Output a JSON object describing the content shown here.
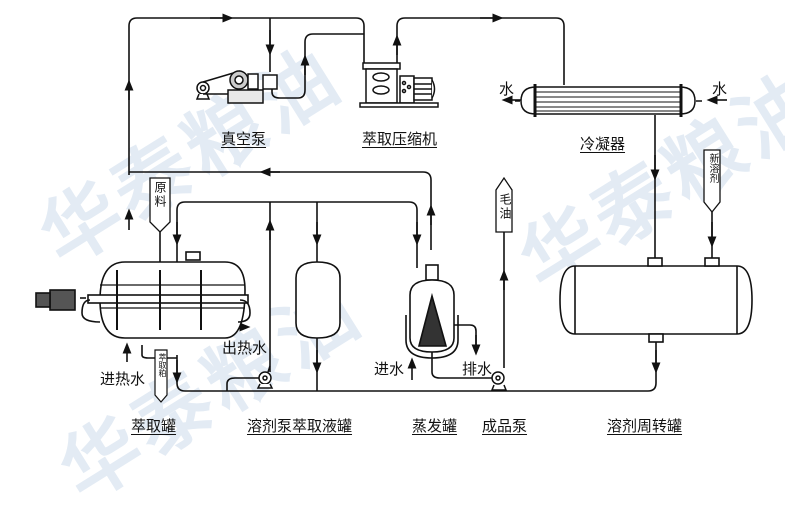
{
  "watermark": [
    "华泰粮油",
    "华泰粮油",
    "华泰粮油"
  ],
  "equipment": {
    "vacuum_pump": "真空泵",
    "compressor": "萃取压缩机",
    "condenser": "冷凝器",
    "extraction_tank": "萃取罐",
    "solvent_pump_and_extract_tank": "溶剂泵萃取液罐",
    "evaporation_tank": "蒸发罐",
    "product_pump": "成品泵",
    "solvent_turnover_tank": "溶剂周转罐"
  },
  "tags": {
    "raw_material": "原料",
    "crude_oil": "毛油",
    "new_solvent": "新溶剂",
    "extracted_meal": "萃取粕"
  },
  "flow_labels": {
    "condenser_water_out": "水",
    "condenser_water_in": "水",
    "hot_water_out": "出热水",
    "hot_water_in": "进热水",
    "evap_water_in": "进水",
    "evap_drain": "排水"
  },
  "colors": {
    "line": "#111111",
    "watermark": "#e3ebf4"
  }
}
